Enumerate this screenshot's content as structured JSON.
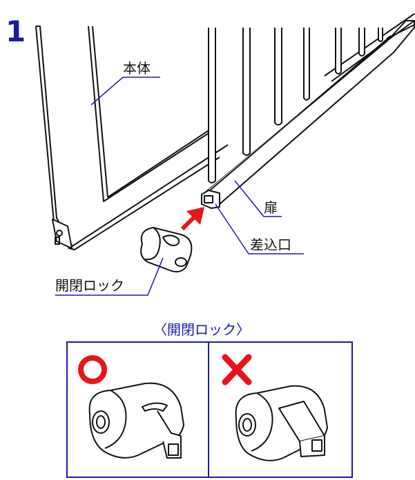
{
  "step_number": "1",
  "labels": {
    "body": "本体",
    "door": "扉",
    "slot": "差込口",
    "lock": "開閉ロック"
  },
  "detail": {
    "caption": "〈開閉ロック〉",
    "correct_mark": "O",
    "wrong_mark": "✕"
  },
  "colors": {
    "step": "#1a1aa8",
    "leader": "#1a1aa8",
    "frame": "#1a1aa8",
    "arrow": "#e8141c",
    "correct_mark": "#e8141c",
    "wrong_mark": "#e8141c"
  },
  "icons": [
    "circle-ok-icon",
    "cross-ng-icon",
    "insert-arrow-icon"
  ]
}
